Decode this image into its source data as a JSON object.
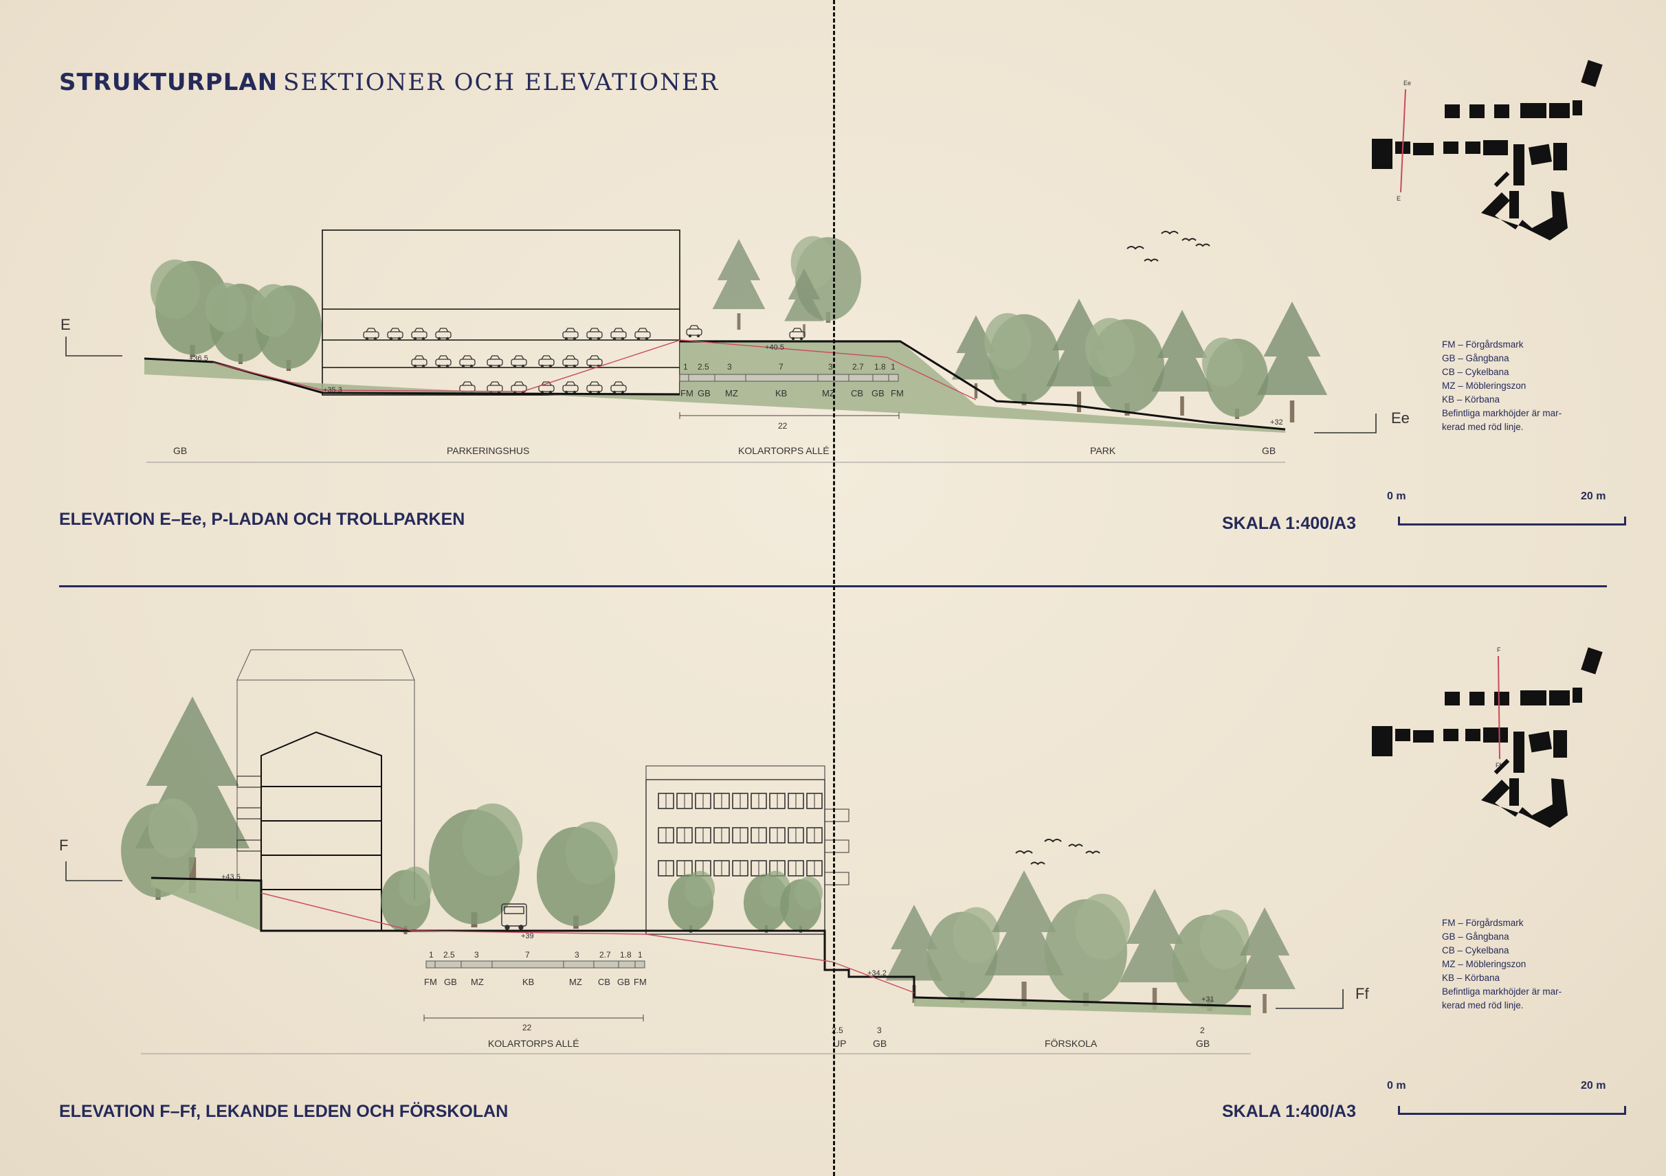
{
  "header": {
    "title_bold": "STRUKTURPLAN",
    "title_rest": "SEKTIONER OCH ELEVATIONER"
  },
  "colors": {
    "navy": "#252a5a",
    "paper": "#efe6d4",
    "ground": "#9fb08a",
    "tree": "#6f8b63",
    "height_line": "#c94a5c"
  },
  "legend": {
    "items": [
      "FM – Förgårdsmark",
      "GB – Gångbana",
      "CB – Cykelbana",
      "MZ – Möbleringszon",
      "KB – Körbana"
    ],
    "note_line1": "Befintliga markhöjder är mar-",
    "note_line2": "kerad med röd linje."
  },
  "scalebar": {
    "start": "0 m",
    "end": "20 m"
  },
  "sections": [
    {
      "caption": "ELEVATION E–Ee, P-LADAN OCH TROLLPARKEN",
      "scale": "SKALA 1:400/A3",
      "start_mark": "E",
      "end_mark": "Ee",
      "zones": [
        "GB",
        "PARKERINGSHUS",
        "KOLARTORPS ALLÉ",
        "PARK",
        "GB"
      ],
      "street_widths": [
        "1",
        "2.5",
        "3",
        "7",
        "3",
        "2.7",
        "1.8",
        "1"
      ],
      "street_codes": [
        "FM",
        "GB",
        "MZ",
        "KB",
        "MZ",
        "CB",
        "GB",
        "FM"
      ],
      "total_width": "22",
      "levels": [
        "+36.5",
        "+35.3",
        "+40.5",
        "+32"
      ]
    },
    {
      "caption": "ELEVATION F–Ff, LEKANDE LEDEN OCH FÖRSKOLAN",
      "scale": "SKALA 1:400/A3",
      "start_mark": "F",
      "end_mark": "Ff",
      "zones": [
        "KOLARTORPS ALLÉ",
        "UP",
        "GB",
        "FÖRSKOLA",
        "GB"
      ],
      "street_widths": [
        "1",
        "2.5",
        "3",
        "7",
        "3",
        "2.7",
        "1.8",
        "1"
      ],
      "street_codes": [
        "FM",
        "GB",
        "MZ",
        "KB",
        "MZ",
        "CB",
        "GB",
        "FM"
      ],
      "total_width": "22",
      "extra_widths": [
        "2.5",
        "3",
        "2"
      ],
      "levels": [
        "+43.5",
        "+39",
        "+34.2",
        "+31"
      ]
    }
  ],
  "keymaps": [
    {
      "start": "Ee",
      "end": "E"
    },
    {
      "start": "F",
      "end": "Ff"
    }
  ]
}
